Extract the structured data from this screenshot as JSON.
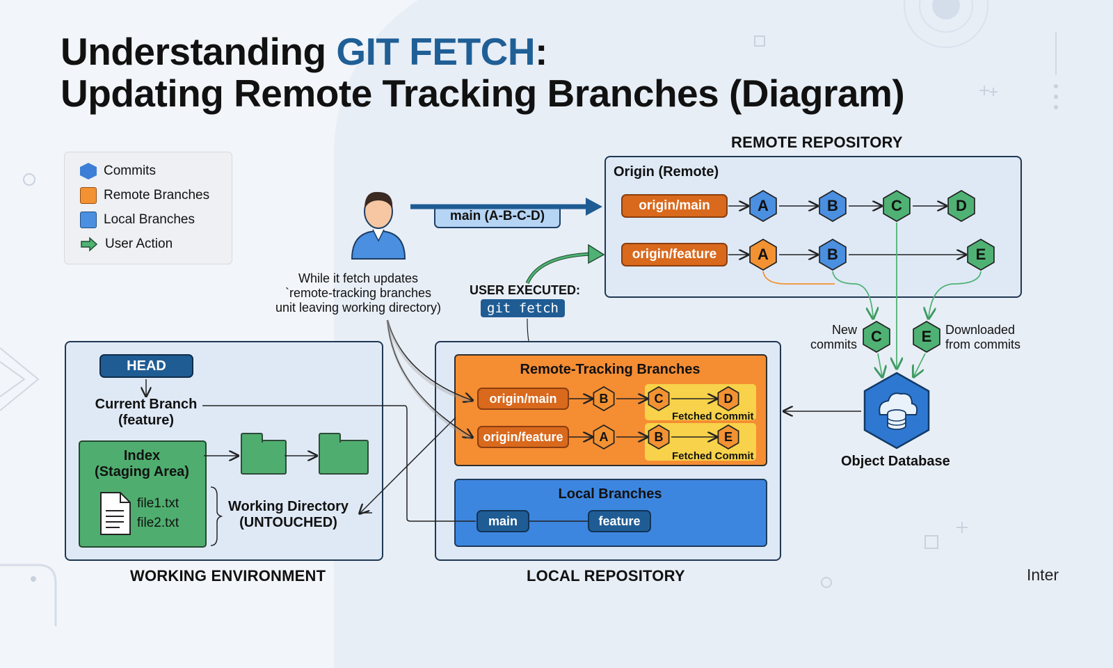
{
  "title": {
    "part1": "Understanding ",
    "highlight": "GIT FETCH",
    "part2": ":",
    "line2": "Updating Remote Tracking Branches (Diagram)"
  },
  "legend": {
    "commits": "Commits",
    "remote": "Remote Branches",
    "local": "Local Branches",
    "action": "User Action"
  },
  "remote_repo": {
    "heading": "REMOTE REPOSITORY",
    "panel_title": "Origin (Remote)",
    "main_branch": "origin/main",
    "feature_branch": "origin/feature",
    "main_commits": [
      "A",
      "B",
      "C",
      "D"
    ],
    "feature_commits": [
      "A",
      "B",
      "E"
    ]
  },
  "user": {
    "push_label": "main (A-B-C-D)",
    "note": "While it fetch updates\n`remote-tracking branches\nunit leaving working directory)",
    "executed_label": "USER EXECUTED:",
    "command": "git fetch"
  },
  "downloaded": {
    "new_commit": "C",
    "new_label": "New\ncommits",
    "down_commit": "E",
    "down_label": "Downloaded\nfrom commits"
  },
  "object_db": {
    "label": "Object Database"
  },
  "working_env": {
    "heading": "WORKING ENVIRONMENT",
    "head": "HEAD",
    "current_branch": "Current Branch\n(feature)",
    "index": "Index\n(Staging Area)",
    "file1": "file1.txt",
    "file2": "file2.txt",
    "working_dir": "Working Directory\n(UNTOUCHED)"
  },
  "local_repo": {
    "heading": "LOCAL REPOSITORY",
    "rtb_title": "Remote-Tracking Branches",
    "rt_main": "origin/main",
    "rt_feature": "origin/feature",
    "rt_main_commits": [
      "B",
      "C",
      "D"
    ],
    "rt_feature_commits": [
      "A",
      "B",
      "E"
    ],
    "fetched_label": "Fetched Commit",
    "local_title": "Local Branches",
    "local_main": "main",
    "local_feature": "feature"
  },
  "footer_word": "Inter",
  "colors": {
    "commit_blue": "#4a8fe0",
    "commit_green": "#4fb274",
    "commit_orange": "#f29232",
    "fetched_yellow": "#f7d24a"
  }
}
